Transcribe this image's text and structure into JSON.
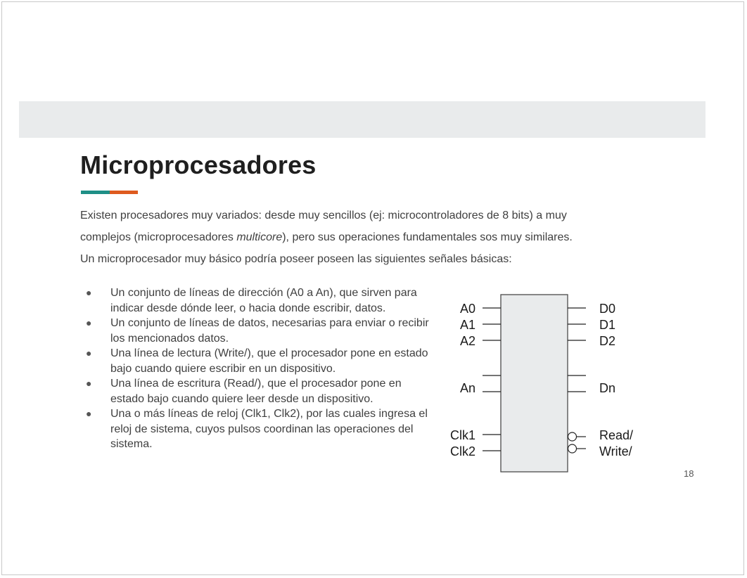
{
  "slide": {
    "title": "Microprocesadores",
    "intro_line1": "Existen procesadores muy variados: desde muy sencillos (ej: microcontroladores de 8 bits) a muy",
    "intro_line2_pre": "complejos (microprocesadores ",
    "intro_line2_em": "multicore",
    "intro_line2_post": "), pero sus operaciones fundamentales sos muy similares.",
    "intro_line3": "Un microprocesador muy básico podría poseer poseen las siguientes señales básicas:",
    "bullets": [
      "Un conjunto de líneas de dirección (A0 a An), que sirven para indicar desde dónde leer, o hacia donde escribir, datos.",
      "Un conjunto de líneas de datos, necesarias para enviar o recibir los mencionados datos.",
      "Una línea de lectura (Write/), que el procesador pone en estado bajo cuando quiere escribir en un dispositivo.",
      "Una línea de escritura (Read/), que el procesador pone en estado bajo cuando quiere leer desde un dispositivo.",
      "Una o más líneas de reloj (Clk1, Clk2), por las cuales ingresa el reloj de sistema, cuyos pulsos coordinan las operaciones del sistema."
    ],
    "bullet_symbol": "●",
    "page_number": "18"
  },
  "diagram": {
    "left_labels": [
      "A0",
      "A1",
      "A2",
      "An",
      "Clk1",
      "Clk2"
    ],
    "right_labels": [
      "D0",
      "D1",
      "D2",
      "Dn",
      "Read/",
      "Write/"
    ]
  },
  "colors": {
    "accent_teal": "#1e8f86",
    "accent_orange": "#de5a1f",
    "band": "#e9ebec",
    "chip_fill": "#e9ebec"
  }
}
